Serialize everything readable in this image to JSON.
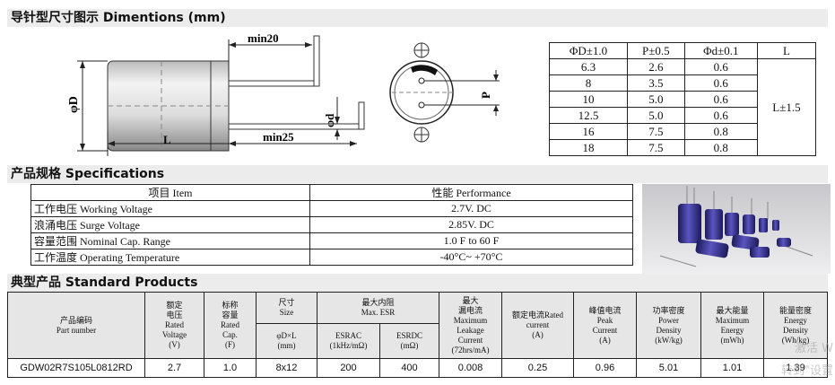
{
  "sections": {
    "dimensions": "导针型尺寸图示 Dimentions (mm)",
    "specifications": "产品规格 Specifications",
    "standard": "典型产品 Standard Products"
  },
  "drawing": {
    "min20": "min20",
    "min25": "min25",
    "phiD": "φD",
    "L": "L",
    "phid": "φd",
    "P": "P"
  },
  "dim_table": {
    "headers": [
      "ΦD±1.0",
      "P±0.5",
      "Φd±0.1",
      "L"
    ],
    "rows": [
      [
        "6.3",
        "2.6",
        "0.6"
      ],
      [
        "8",
        "3.5",
        "0.6"
      ],
      [
        "10",
        "5.0",
        "0.6"
      ],
      [
        "12.5",
        "5.0",
        "0.6"
      ],
      [
        "16",
        "7.5",
        "0.8"
      ],
      [
        "18",
        "7.5",
        "0.8"
      ]
    ],
    "L_value": "L±1.5"
  },
  "spec_table": {
    "header": [
      "项目  Item",
      "性能  Performance"
    ],
    "rows": [
      [
        "工作电压  Working Voltage",
        "2.7V. DC"
      ],
      [
        "浪涌电压   Surge Voltage",
        "2.85V. DC"
      ],
      [
        "容量范围  Nominal Cap. Range",
        "1.0 F to 60 F"
      ],
      [
        "工作温度  Operating Temperature",
        "-40°C~ +70°C"
      ]
    ]
  },
  "product_table": {
    "part_header": [
      "产品编码",
      "Part number"
    ],
    "voltage_header": [
      "额定",
      "电压",
      "Rated",
      "Voltage",
      "(V)"
    ],
    "cap_header": [
      "标称",
      "容量",
      "Rated",
      "Cap.",
      "(F)"
    ],
    "size_header": [
      "尺寸",
      "Size"
    ],
    "size_sub": [
      "φD×L",
      "(mm)"
    ],
    "esr_header": [
      "最大内阻",
      "Max. ESR"
    ],
    "esrac_sub": [
      "ESRAC",
      "(1kHz/mΩ)"
    ],
    "esrdc_sub": [
      "ESRDC",
      "(mΩ)"
    ],
    "leak_header": [
      "最大",
      "漏电流",
      "Maximum",
      "Leakage",
      "Current",
      "(72hrs/mA)"
    ],
    "rated_current_header": [
      "额定电流Rated",
      "current",
      "(A)"
    ],
    "peak_header": [
      "峰值电流",
      "Peak",
      "Current",
      "(A)"
    ],
    "power_header": [
      "功率密度",
      "Power",
      "Density",
      "(kW/kg)"
    ],
    "energy_header": [
      "最大能量",
      "Maximum",
      "Energy",
      "(mWh)"
    ],
    "edens_header": [
      "能量密度",
      "Energy",
      "Density",
      "(Wh/kg)"
    ],
    "row": [
      "GDW02R7S105L0812RD",
      "2.7",
      "1.0",
      "8x12",
      "200",
      "400",
      "0.008",
      "0.25",
      "0.96",
      "5.01",
      "1.01",
      "1.39"
    ]
  },
  "watermark": [
    "激活 W",
    "转到\"设置"
  ]
}
